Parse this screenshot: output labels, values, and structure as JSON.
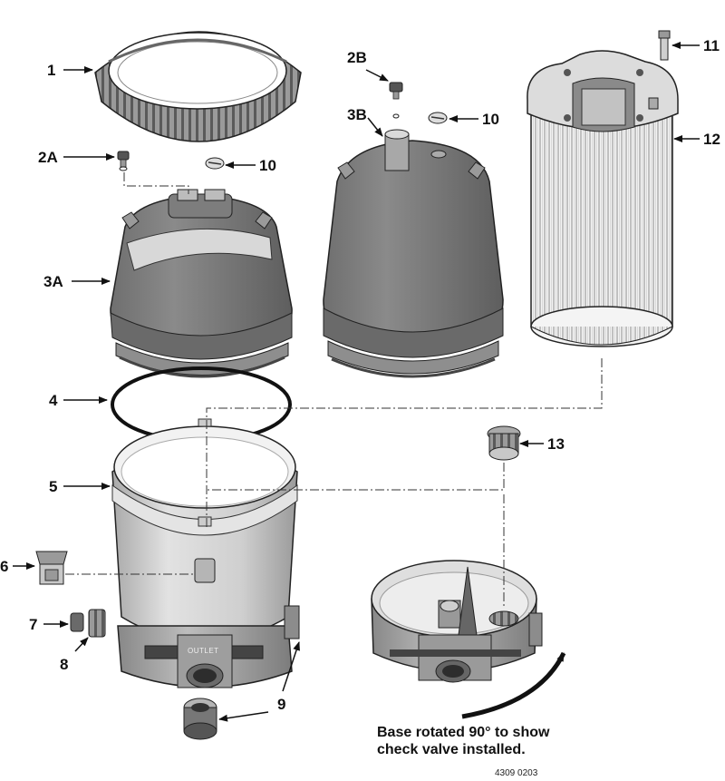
{
  "callouts": {
    "c1": "1",
    "c2a": "2A",
    "c2b": "2B",
    "c3a": "3A",
    "c3b": "3B",
    "c4": "4",
    "c5": "5",
    "c6": "6",
    "c7": "7",
    "c8": "8",
    "c9": "9",
    "c10a": "10",
    "c10b": "10",
    "c11": "11",
    "c12": "12",
    "c13": "13"
  },
  "outlet_label": "OUTLET",
  "caption_lines": [
    "Base rotated 90° to show",
    "check valve installed."
  ],
  "document_number": "4309 0203"
}
